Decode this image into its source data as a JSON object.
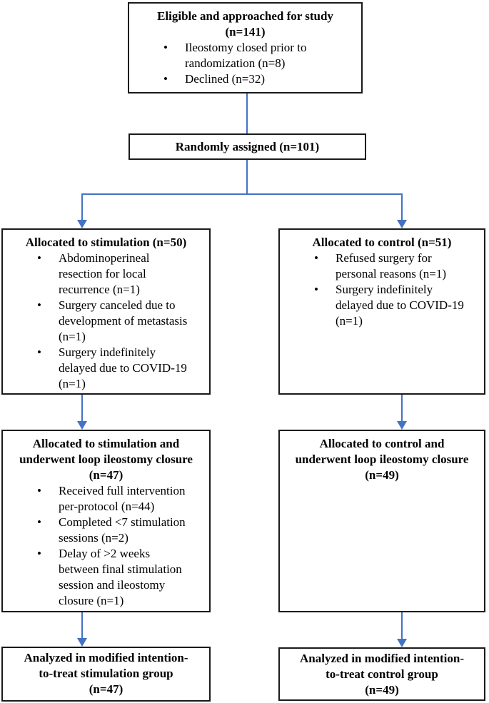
{
  "palette": {
    "arrow": "#4472C4",
    "border": "#1a1a1a",
    "text": "#000000",
    "background": "#ffffff"
  },
  "boxes": {
    "eligible": {
      "title_lines": [
        "Eligible and approached for study",
        "(n=141)"
      ],
      "bullets": [
        [
          "Ileostomy closed prior to",
          "randomization (n=8)"
        ],
        [
          "Declined (n=32)"
        ]
      ]
    },
    "randomized": {
      "title_lines": [
        "Randomly assigned (n=101)"
      ]
    },
    "alloc_stim": {
      "title_lines": [
        "Allocated to stimulation (n=50)"
      ],
      "bullets": [
        [
          "Abdominoperineal",
          "resection for local",
          "recurrence (n=1)"
        ],
        [
          "Surgery canceled due to",
          "development of metastasis",
          "(n=1)"
        ],
        [
          "Surgery indefinitely",
          "delayed due to COVID-19",
          "(n=1)"
        ]
      ]
    },
    "alloc_ctrl": {
      "title_lines": [
        "Allocated to control (n=51)"
      ],
      "bullets": [
        [
          "Refused surgery for",
          "personal reasons (n=1)"
        ],
        [
          "Surgery indefinitely",
          "delayed due to COVID-19",
          "(n=1)"
        ]
      ]
    },
    "closure_stim": {
      "title_lines": [
        "Allocated to stimulation and",
        "underwent loop ileostomy closure",
        "(n=47)"
      ],
      "bullets": [
        [
          "Received full intervention",
          "per-protocol (n=44)"
        ],
        [
          "Completed <7 stimulation",
          "sessions (n=2)"
        ],
        [
          "Delay of >2 weeks",
          "between final stimulation",
          "session and ileostomy",
          "closure (n=1)"
        ]
      ]
    },
    "closure_ctrl": {
      "title_lines": [
        "Allocated to control and",
        "underwent loop ileostomy closure",
        "(n=49)"
      ]
    },
    "analyzed_stim": {
      "title_lines": [
        "Analyzed in modified intention-",
        "to-treat stimulation group",
        "(n=47)"
      ]
    },
    "analyzed_ctrl": {
      "title_lines": [
        "Analyzed in modified intention-",
        "to-treat control group",
        "(n=49)"
      ]
    }
  }
}
